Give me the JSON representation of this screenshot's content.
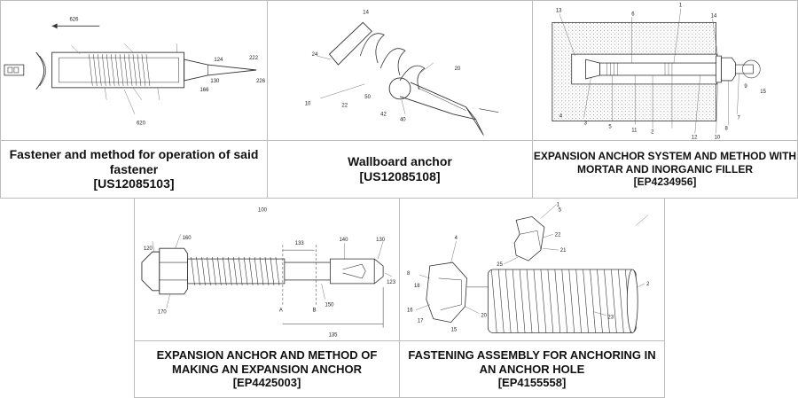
{
  "patents": [
    {
      "title": "Fastener and method for operation of said fastener",
      "number": "[US12085103]"
    },
    {
      "title": "Wallboard anchor",
      "number": "[US12085108]"
    },
    {
      "title": "EXPANSION ANCHOR SYSTEM AND METHOD WITH MORTAR AND INORGANIC FILLER",
      "number": "[EP4234956]"
    },
    {
      "title": "EXPANSION ANCHOR AND METHOD OF MAKING AN EXPANSION ANCHOR",
      "number": "[EP4425003]"
    },
    {
      "title": "FASTENING ASSEMBLY FOR ANCHORING IN AN ANCHOR HOLE",
      "number": "[EP4155558]"
    }
  ],
  "figure_labels": {
    "fastener": [
      "620",
      "626",
      "124",
      "222",
      "226",
      "130",
      "166"
    ],
    "wallboard": [
      "14",
      "24",
      "22",
      "20",
      "10",
      "50",
      "42",
      "40"
    ],
    "expansion_system": [
      "13",
      "6",
      "1",
      "14",
      "15",
      "4",
      "3",
      "5",
      "2",
      "11",
      "12",
      "10",
      "8",
      "7",
      "9"
    ],
    "expansion_anchor": [
      "100",
      "133",
      "140",
      "130",
      "120",
      "160",
      "170",
      "123",
      "150",
      "135",
      "A",
      "B"
    ],
    "fastening_assembly": [
      "1",
      "5",
      "4",
      "22",
      "21",
      "25",
      "2",
      "23",
      "16",
      "8",
      "20",
      "17",
      "15",
      "18"
    ]
  }
}
